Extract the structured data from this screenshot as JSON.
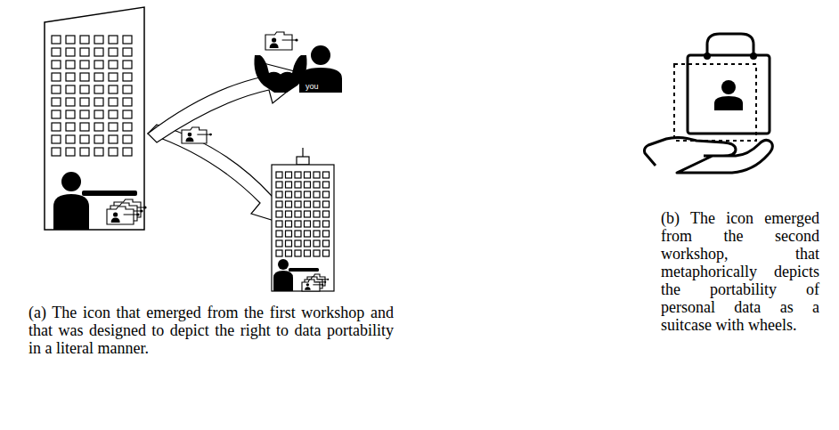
{
  "diagram": {
    "labels": [
      "you",
      "(a) The icon that emerged from the first workshop and that was designed to depict the right to data portability in a literal manner.",
      "(b) The icon emerged from the second workshop, that metaphorically depicts the portability of personal data as a suitcase with wheels."
    ]
  }
}
